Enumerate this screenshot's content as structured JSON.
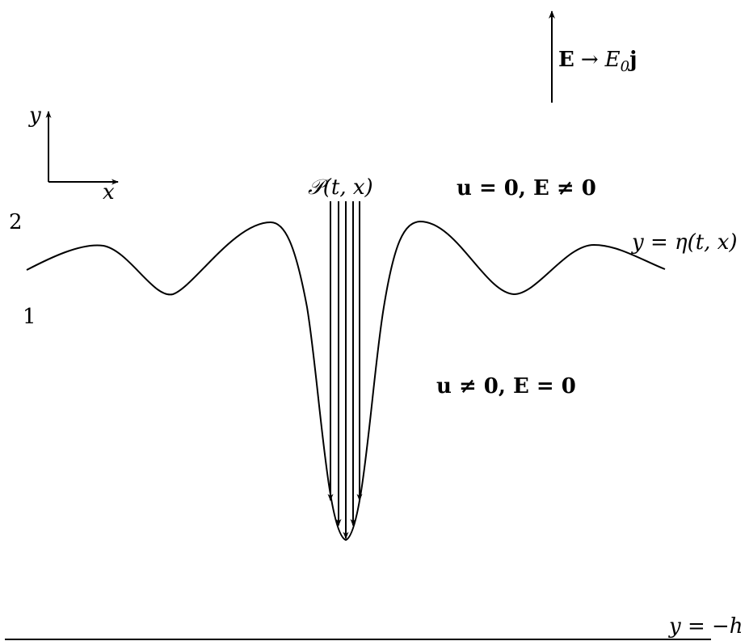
{
  "field_label": {
    "E": "E",
    "arrow": "→",
    "E0": "E",
    "sub0": "0",
    "j": "j"
  },
  "axes": {
    "x": "x",
    "y": "y"
  },
  "regions": {
    "upper": "2",
    "lower": "1",
    "upper_condition": "u = 0, E ≠ 0",
    "lower_condition": "u ≠ 0, E = 0"
  },
  "pressure_label": {
    "P": "𝒫",
    "args": "(t, x)"
  },
  "interface_label": "y = η(t, x)",
  "bottom_label": "y = −h"
}
